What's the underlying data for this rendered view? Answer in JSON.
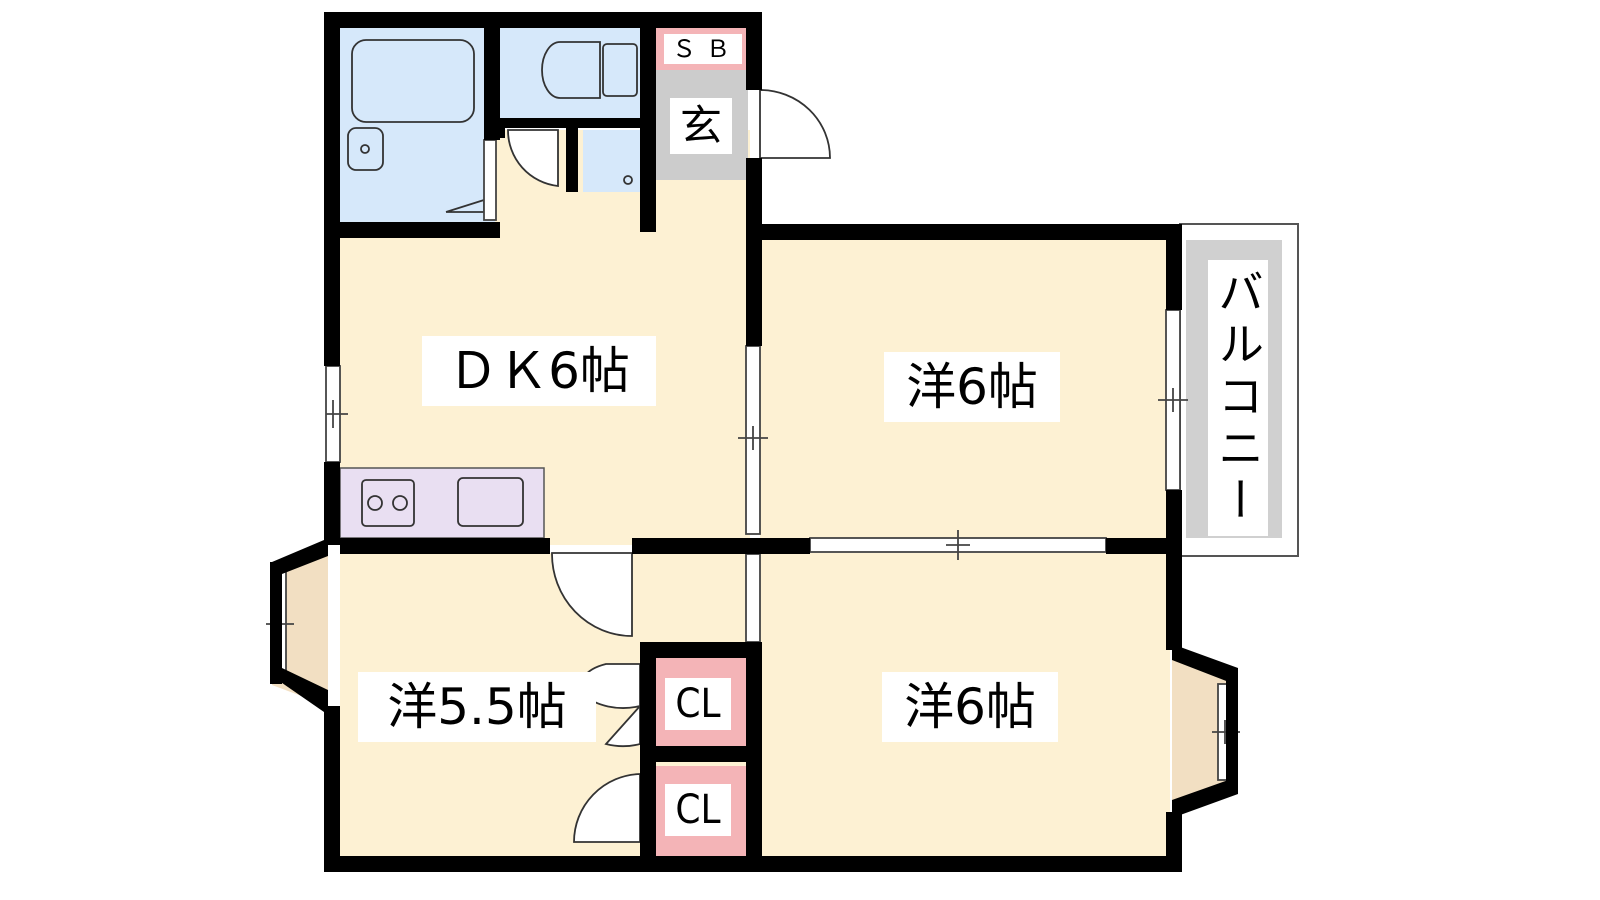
{
  "labels": {
    "dk": "ＤＫ6帖",
    "western_ne": "洋6帖",
    "western_sw": "洋5.5帖",
    "western_se": "洋6帖",
    "closet_1": "CL",
    "closet_2": "CL",
    "shoe_box": "ＳＢ",
    "entrance": "玄",
    "balcony": "バルコニー"
  },
  "colors": {
    "wall": "#000000",
    "room_floor": "#fdf1d3",
    "bath_area": "#d6e8fa",
    "kitchen": "#e9dff2",
    "closet": "#f4b4b7",
    "entrance": "#cccccc",
    "balcony": "#d0d0d0",
    "bay_window": "#f2dfc2"
  }
}
